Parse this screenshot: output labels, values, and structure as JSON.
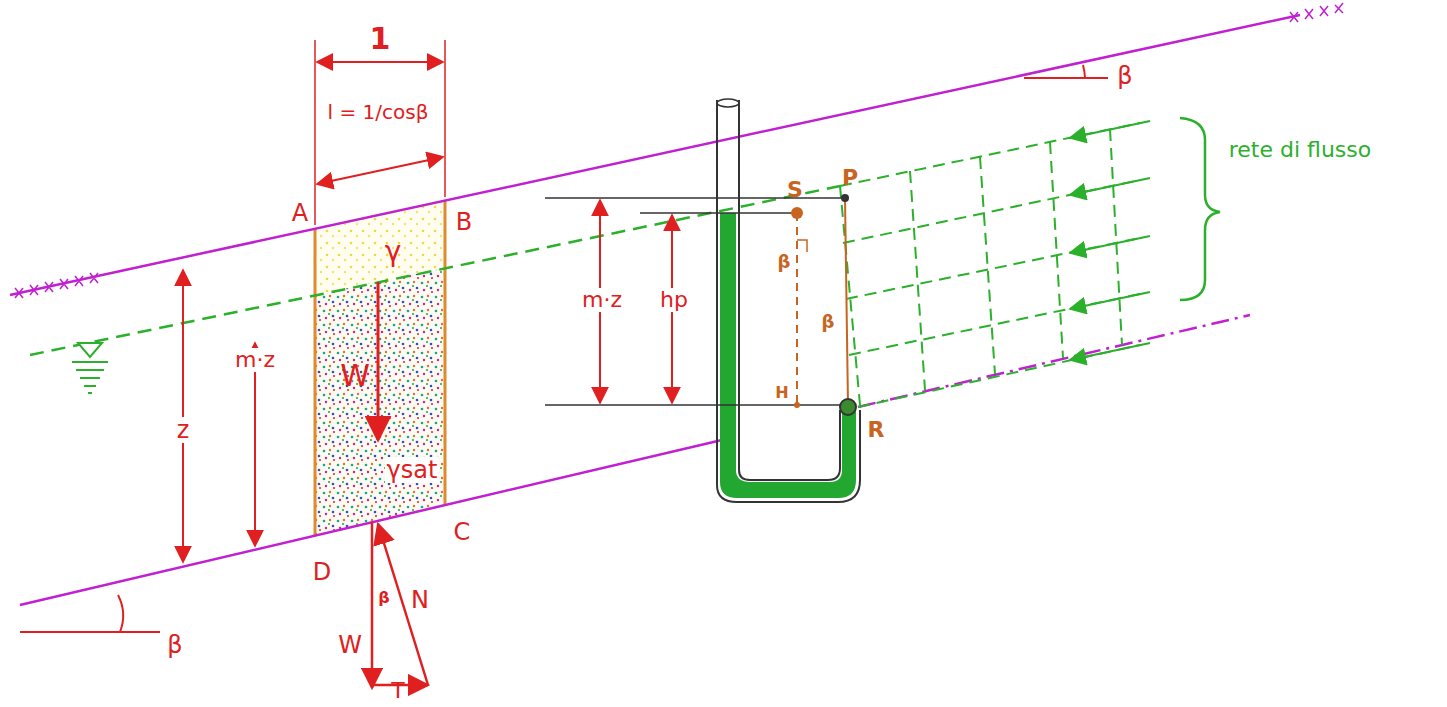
{
  "diagram": {
    "labels": [
      "1",
      "l = 1/cosβ",
      "A",
      "B",
      "β",
      "rete di flusso",
      "S",
      "P",
      "γ",
      "m·z",
      "hp",
      "β",
      "β",
      "W",
      "m·z",
      "z",
      "H",
      "R",
      "γsat",
      "C",
      "D",
      "β",
      "W",
      "β",
      "N",
      "T"
    ]
  }
}
